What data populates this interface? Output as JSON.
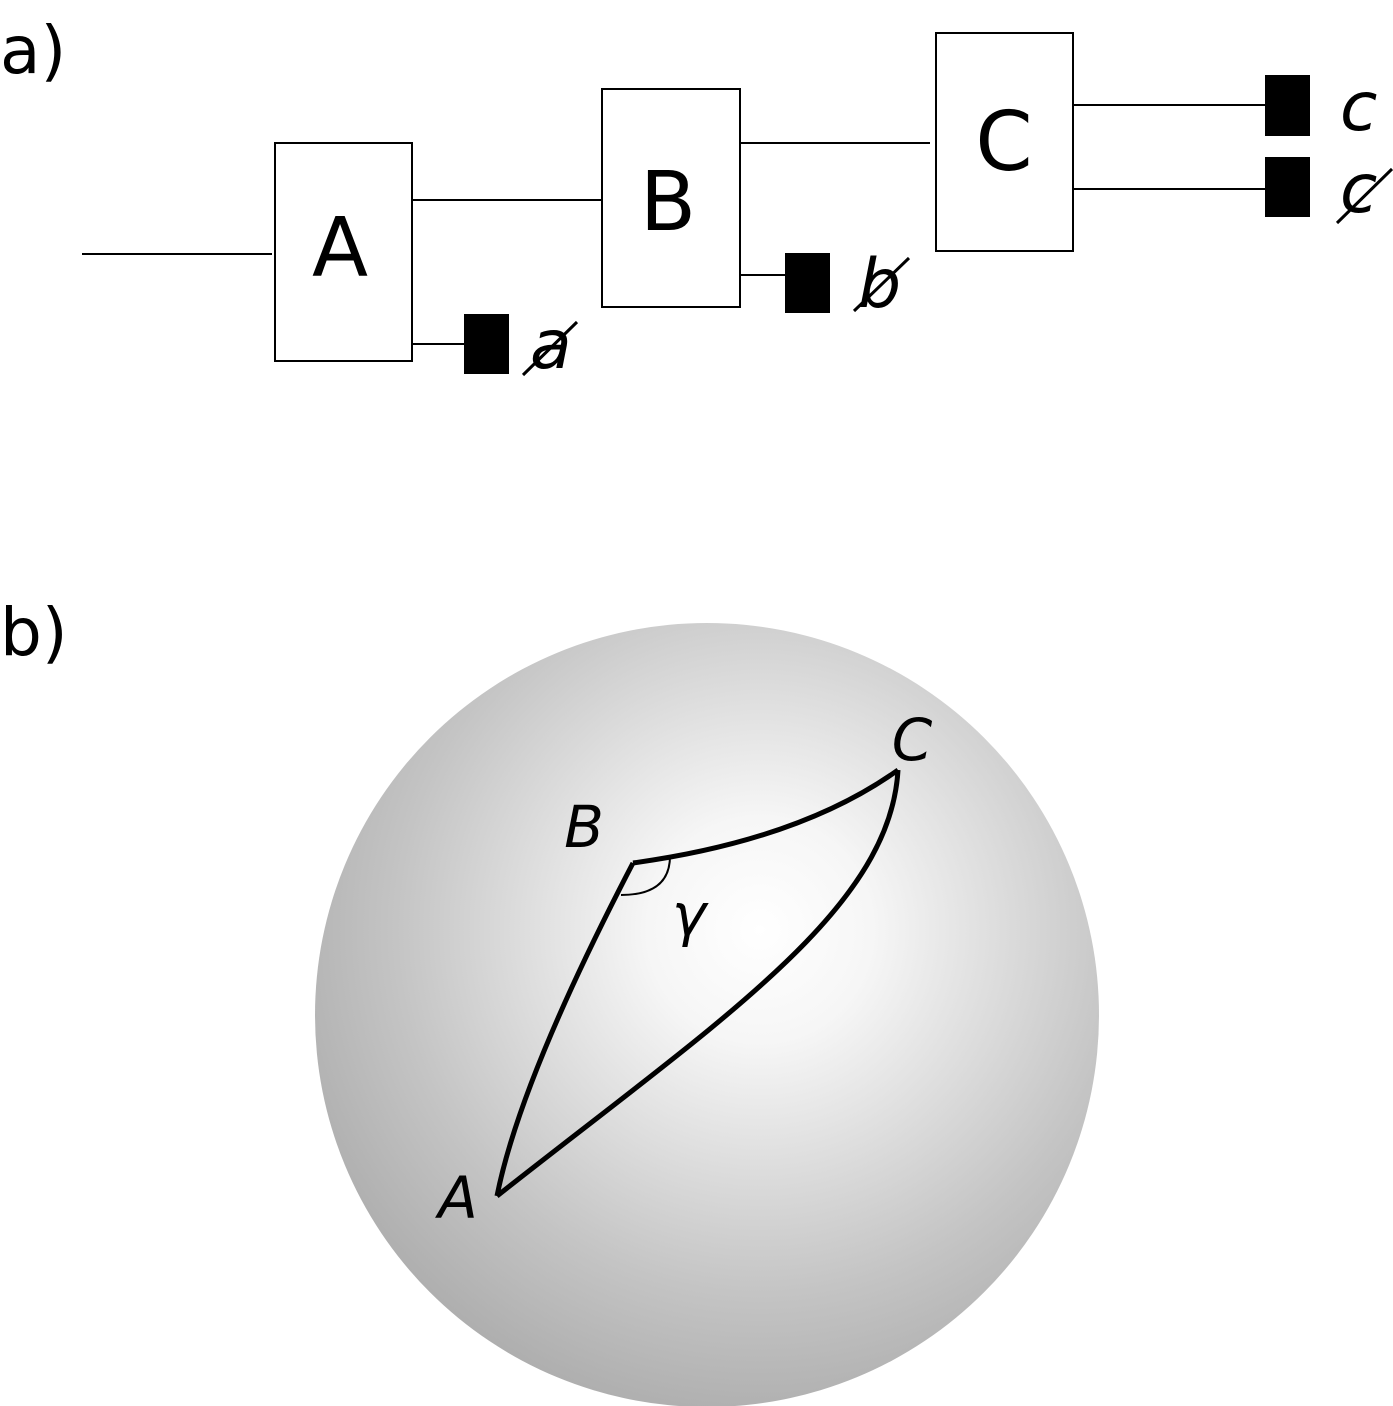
{
  "panel_a": {
    "label": "a)",
    "stages": [
      "A",
      "B",
      "C"
    ],
    "detector_labels": [
      "a",
      "b",
      "c",
      "c"
    ]
  },
  "panel_b": {
    "label": "b)",
    "vertices": [
      "A",
      "B",
      "C"
    ],
    "angle_label": "γ"
  },
  "colors": {
    "ink": "#000000",
    "sphere_light": "#ffffff",
    "sphere_dark": "#a3a3a3"
  }
}
